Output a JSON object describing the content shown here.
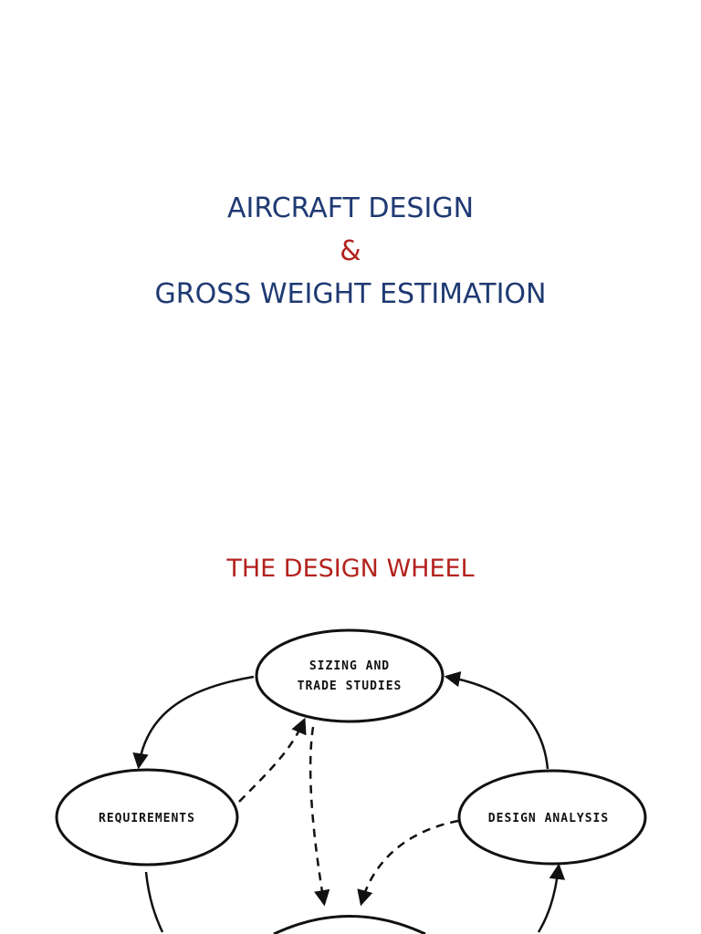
{
  "title": {
    "line1": "AIRCRAFT DESIGN",
    "line2": "&",
    "line3": "GROSS WEIGHT ESTIMATION"
  },
  "subtitle": "THE DESIGN WHEEL",
  "diagram": {
    "nodes": {
      "sizing_line1": "SIZING AND",
      "sizing_line2": "TRADE STUDIES",
      "requirements": "REQUIREMENTS",
      "design_analysis": "DESIGN ANALYSIS"
    }
  },
  "colors": {
    "title": "#1f3a73",
    "accent": "#b3221e",
    "ink": "#111111"
  }
}
